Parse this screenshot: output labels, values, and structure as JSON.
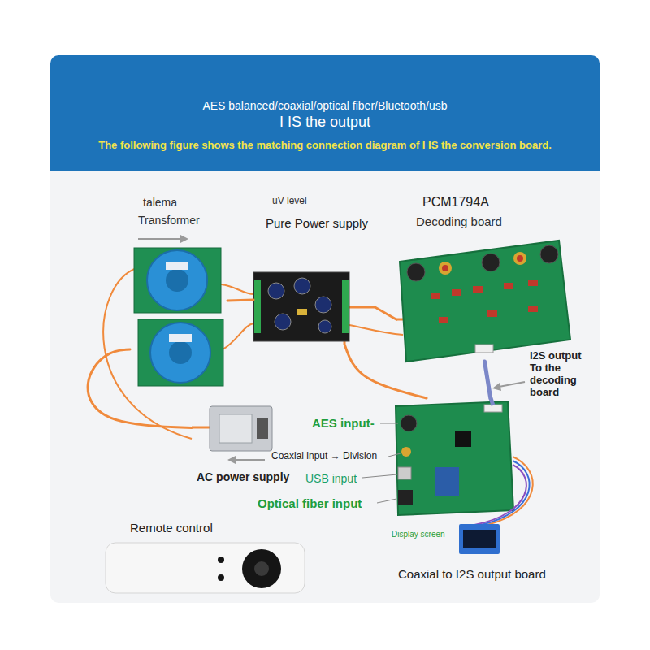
{
  "diagram": {
    "nodes": [
      {
        "text": [
          "AES balanced/coaxial/optical fiber/Bluetooth/usb",
          "I IS the output",
          "The following figure shows the matching connection diagram of I IS the conversion board."
        ]
      },
      {
        "text": [
          "talema",
          "Transformer"
        ]
      },
      {
        "text": [
          "uV level",
          "Pure Power supply"
        ]
      },
      {
        "text": [
          "PCM1794A",
          "Decoding board"
        ]
      },
      {
        "text": [
          "AC power supply"
        ]
      },
      {
        "text": [
          "Coaxial to I2S output board"
        ]
      }
    ],
    "edges": [
      {
        "from": 4,
        "to": 1,
        "arrow": "none"
      },
      {
        "from": 1,
        "to": 2,
        "arrow": "none"
      },
      {
        "from": 2,
        "to": 3,
        "arrow": "none"
      },
      {
        "from": 2,
        "to": 5,
        "arrow": "none"
      },
      {
        "from": 5,
        "to": 3,
        "arrow": "none"
      }
    ],
    "labels": [
      "AES input-",
      "Coaxial input → Division",
      "USB input",
      "Optical fiber input",
      "Display screen",
      "Remote control",
      "I2S output To the decoding board"
    ]
  }
}
